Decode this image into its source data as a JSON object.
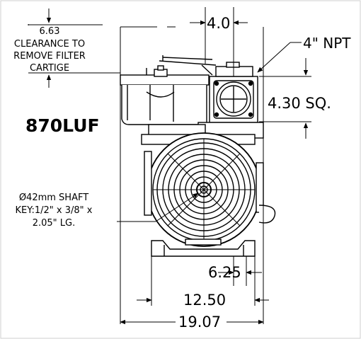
{
  "labels": {
    "clearance_value": "6.63",
    "clearance_line1": "CLEARANCE TO",
    "clearance_line2": "REMOVE FILTER",
    "clearance_line3": "CARTIGE",
    "model": "870LUF",
    "port_offset": "4.0",
    "npt": "4\" NPT",
    "port_square": "4.30 SQ.",
    "shaft_line1": "Ø42mm SHAFT",
    "shaft_line2": "KEY:1/2\" x 3/8\" x",
    "shaft_line3": "2.05\" LG.",
    "dim_625": "6.25",
    "dim_1250": "12.50",
    "dim_1907": "19.07"
  }
}
